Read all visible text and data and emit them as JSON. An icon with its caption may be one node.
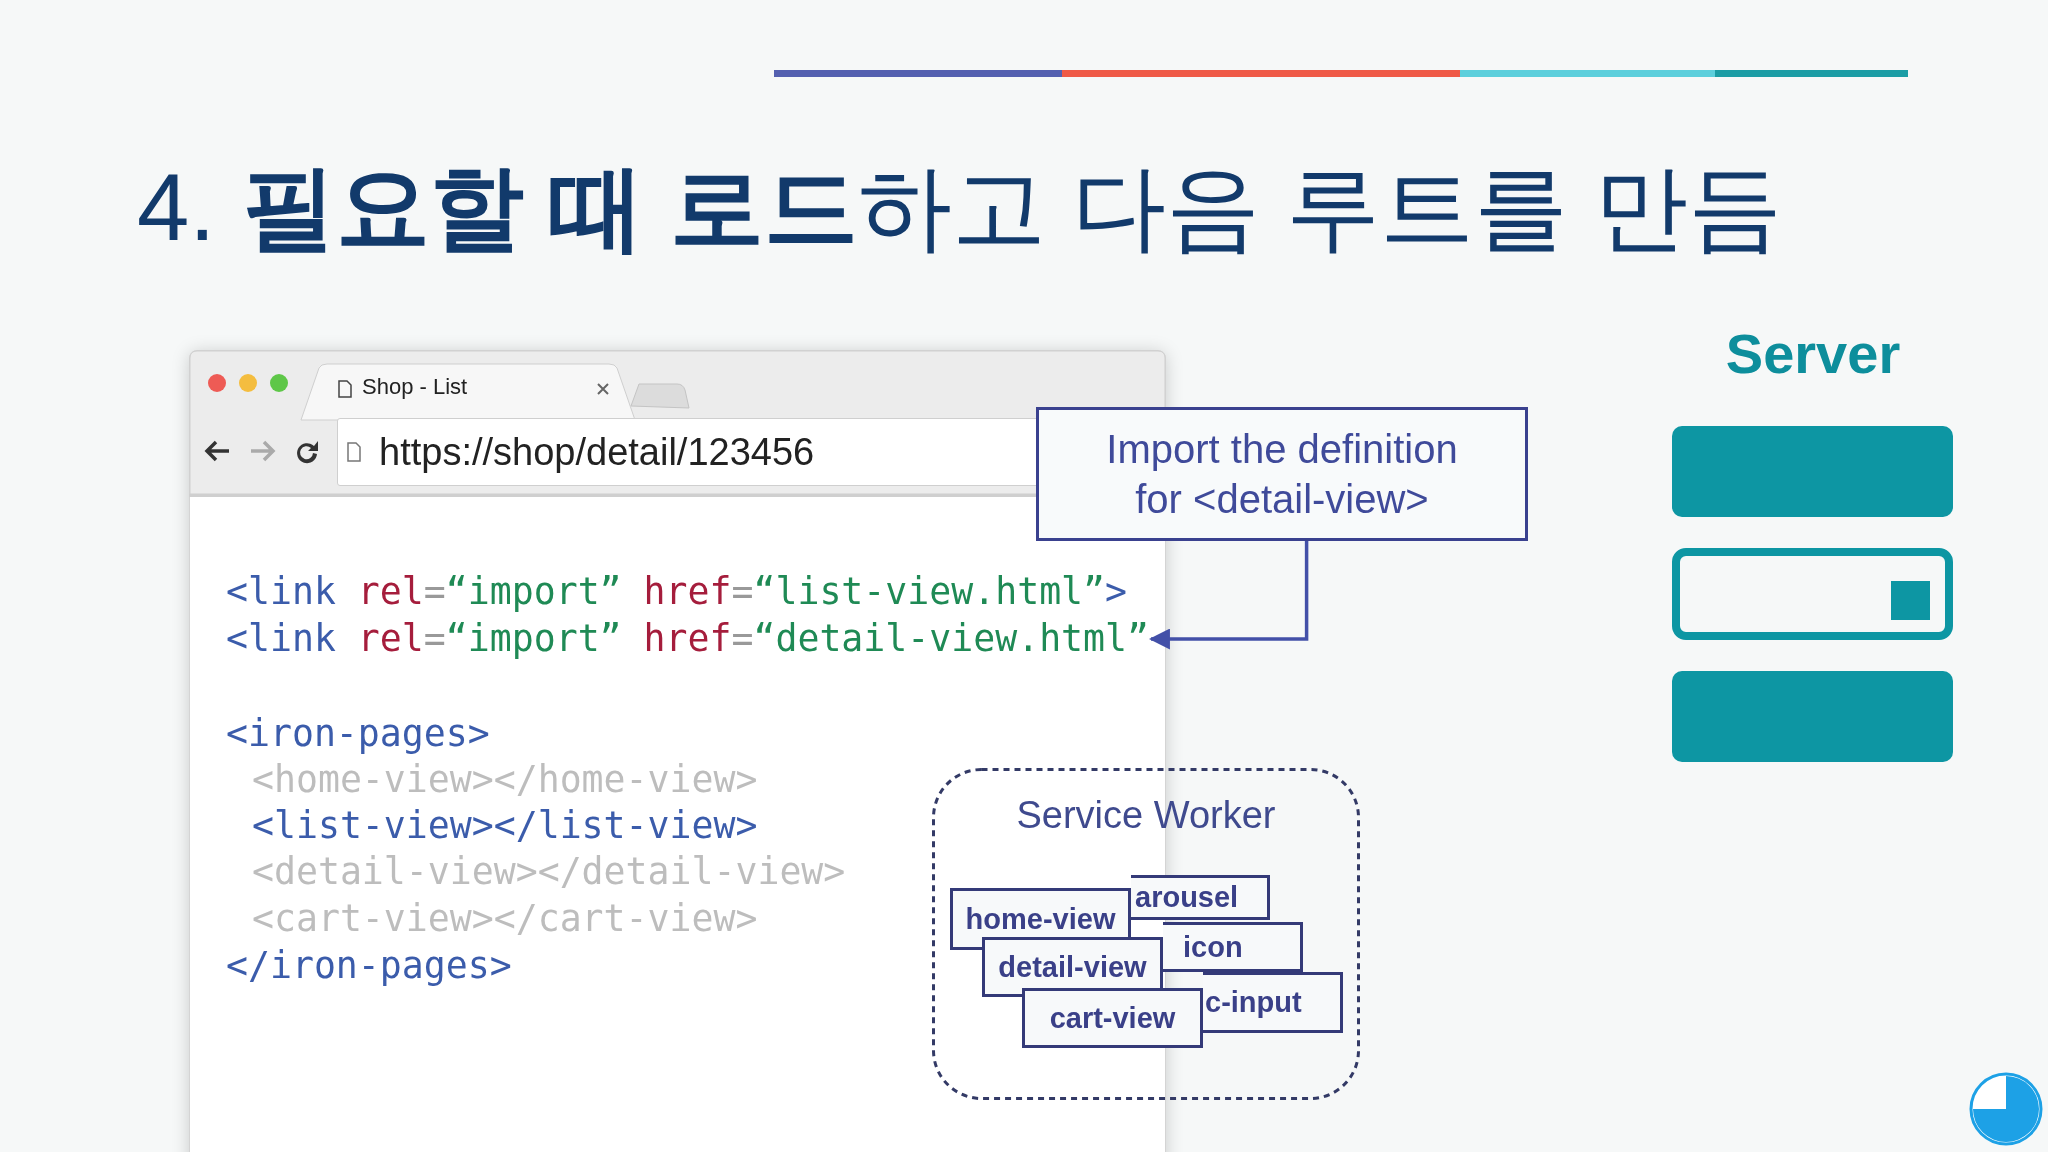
{
  "diagram": {
    "title": "4. **필요할 때 로드**하고 다음 루트를 만듬",
    "nodes": [
      {
        "text": [
          "Import the definition for <detail-view>"
        ]
      },
      {
        "text": [
          "<link rel=“import” href=“detail-view.html”"
        ]
      },
      {
        "text": [
          "Service Worker"
        ]
      },
      {
        "text": [
          "arousel"
        ],
        "in": 2
      },
      {
        "text": [
          "home-view"
        ],
        "in": 2
      },
      {
        "text": [
          "icon"
        ],
        "in": 2
      },
      {
        "text": [
          "detail-view"
        ],
        "in": 2
      },
      {
        "text": [
          "c-input"
        ],
        "in": 2
      },
      {
        "text": [
          "cart-view"
        ],
        "in": 2
      }
    ],
    "edges": [
      {
        "from": 0,
        "to": 1,
        "arrow": "to"
      }
    ],
    "labels": [
      "Shop - List",
      "https://shop/detail/123456",
      "<link rel=“import” href=“list-view.html”>",
      "<iron-pages>",
      "<home-view></home-view>",
      "<list-view></list-view>",
      "<detail-view></detail-view>",
      "<cart-view></cart-view>",
      "</iron-pages>",
      "Server"
    ]
  }
}
